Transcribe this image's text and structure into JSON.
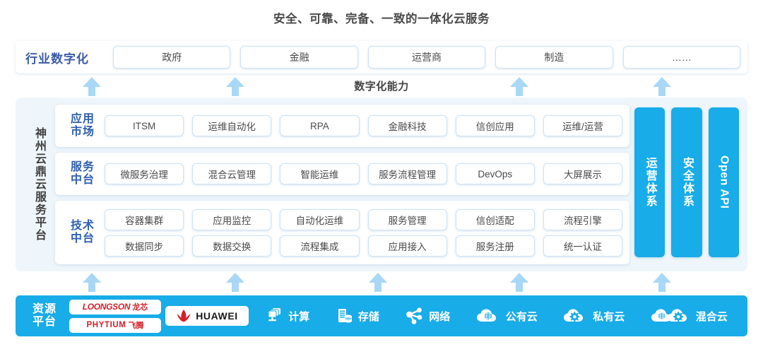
{
  "title": "安全、可靠、完备、一致的一体化云服务",
  "industry": {
    "label": "行业数字化",
    "items": [
      "政府",
      "金融",
      "运营商",
      "制造",
      "……"
    ]
  },
  "capability_label": "数字化能力",
  "platform": {
    "label": "神州云鼎云服务平台",
    "layers": [
      {
        "title_line1": "应用",
        "title_line2": "市场",
        "rows": [
          [
            "ITSM",
            "运维自动化",
            "RPA",
            "金融科技",
            "信创应用",
            "运维/运营"
          ]
        ]
      },
      {
        "title_line1": "服务",
        "title_line2": "中台",
        "rows": [
          [
            "微服务治理",
            "混合云管理",
            "智能运维",
            "服务流程管理",
            "DevOps",
            "大屏展示"
          ]
        ]
      },
      {
        "title_line1": "技术",
        "title_line2": "中台",
        "rows": [
          [
            "容器集群",
            "应用监控",
            "自动化运维",
            "服务管理",
            "信创适配",
            "流程引擎"
          ],
          [
            "数据同步",
            "数据交换",
            "流程集成",
            "应用接入",
            "服务注册",
            "统一认证"
          ]
        ]
      }
    ],
    "side_bars": [
      {
        "label": "运营体系",
        "script": "cjk"
      },
      {
        "label": "安全体系",
        "script": "cjk"
      },
      {
        "label": "Open API",
        "script": "latin"
      }
    ]
  },
  "resource": {
    "label_line1": "资源",
    "label_line2": "平台",
    "logos": [
      {
        "name": "loongson",
        "en": "LOONGSON",
        "cn": "龙芯"
      },
      {
        "name": "phytium",
        "en": "PHYTIUM",
        "cn": "飞腾"
      }
    ],
    "huawei": {
      "name": "huawei",
      "text": "HUAWEI"
    },
    "items": [
      {
        "label": "计算",
        "icon": "servers-icon"
      },
      {
        "label": "存储",
        "icon": "storage-icon"
      },
      {
        "label": "网络",
        "icon": "network-icon"
      },
      {
        "label": "公有云",
        "icon": "public-cloud-icon"
      },
      {
        "label": "私有云",
        "icon": "private-cloud-icon"
      },
      {
        "label": "混合云",
        "icon": "hybrid-cloud-icon"
      }
    ]
  },
  "arrows": {
    "top_positions": [
      130,
      333,
      735,
      937
    ],
    "bottom_positions": [
      130,
      333,
      535,
      735,
      937
    ]
  },
  "colors": {
    "accent_blue": "#18ace8",
    "arrow_blue": "#a8d8f5",
    "label_blue": "#2f5fb0",
    "panel_bg": "#eef6fb",
    "logo_red": "#d4202a"
  }
}
